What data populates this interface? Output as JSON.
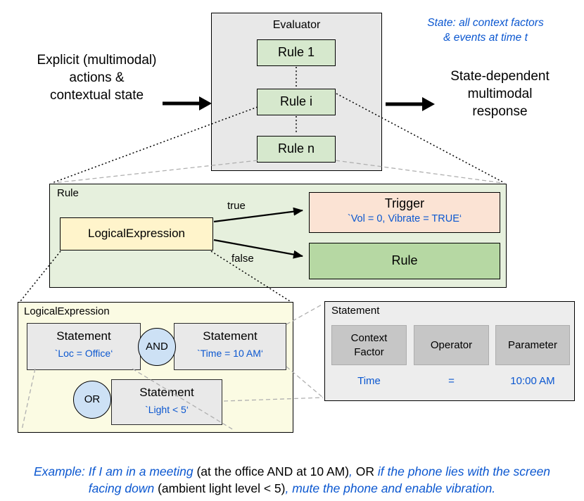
{
  "colors": {
    "blue": "#0b57d0",
    "evaluator_fill": "#e8e8e8",
    "rule_item_fill": "#d6e8cd",
    "rule_frame_fill": "#e6f0dd",
    "logical_fill": "#fff4cb",
    "trigger_fill": "#fbe3d4",
    "rule_inner_fill": "#b6d8a3",
    "le_frame_fill": "#fbfbe3",
    "statement_fill": "#e9e9e9",
    "circle_fill": "#cde1f5",
    "stmt_frame_fill": "#ededed",
    "field_fill": "#c6c6c6"
  },
  "top": {
    "left_label": "Explicit (multimodal)\nactions &\ncontextual state",
    "state_note": "State: all context factors\n& events at time t",
    "right_label": "State-dependent\nmultimodal\nresponse",
    "evaluator": {
      "title": "Evaluator",
      "rule_1": "Rule 1",
      "rule_i": "Rule i",
      "rule_n": "Rule n"
    }
  },
  "rule_frame": {
    "label": "Rule",
    "logical_expression": "LogicalExpression",
    "true_label": "true",
    "false_label": "false",
    "trigger_title": "Trigger",
    "trigger_value": "`Vol = 0, Vibrate = TRUE‘",
    "rule_inner": "Rule"
  },
  "le_frame": {
    "label": "LogicalExpression",
    "stmt1_title": "Statement",
    "stmt1_value": "`Loc = Office‘",
    "and_label": "AND",
    "stmt2_title": "Statement",
    "stmt2_value": "`Time = 10 AM‘",
    "or_label": "OR",
    "stmt3_title": "Statement",
    "stmt3_value": "`Light < 5‘"
  },
  "stmt_frame": {
    "label": "Statement",
    "col1": "Context\nFactor",
    "col2": "Operator",
    "col3": "Parameter",
    "val1": "Time",
    "val2": "=",
    "val3": "10:00 AM"
  },
  "example": {
    "segments": [
      {
        "text": "Example: If I am in a meeting ",
        "style": "blue-italic"
      },
      {
        "text": "(at the office AND at 10 AM)",
        "style": "black"
      },
      {
        "text": ", ",
        "style": "blue-italic"
      },
      {
        "text": "OR",
        "style": "black"
      },
      {
        "text": " if the phone lies with the screen facing down ",
        "style": "blue-italic"
      },
      {
        "text": "(ambient light level < 5)",
        "style": "black"
      },
      {
        "text": ", mute the phone and enable vibration.",
        "style": "blue-italic"
      }
    ]
  }
}
